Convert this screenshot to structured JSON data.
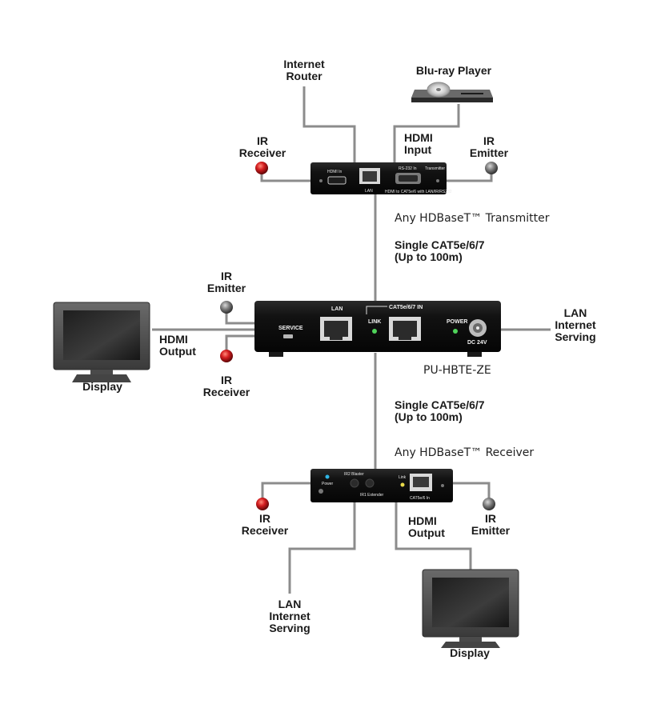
{
  "colors": {
    "line": "#8c8c8c",
    "device_body": "#141414",
    "ir_receiver": "#c0181a",
    "ir_emitter": "#6e6e6e",
    "status_led_green": "#4fd35a",
    "status_led_yellow": "#e8d94a",
    "status_led_blue": "#2fb6e6"
  },
  "transmitter": {
    "internet_router_label": "Internet\nRouter",
    "bluray_label": "Blu-ray Player",
    "hdmi_input_label": "HDMI\nInput",
    "ir_receiver_label": "IR\nReceiver",
    "ir_emitter_label": "IR\nEmitter",
    "device_caption": "Any HDBaseT™ Transmitter",
    "port_hdmi_in": "HDMI In",
    "port_lan": "LAN",
    "port_rs232": "RS-232 In",
    "badge": "Transmitter",
    "footer": "HDMI to CAT5e/6 with LAN/IR/RS232"
  },
  "cable_top": {
    "label": "Single CAT5e/6/7\n(Up to 100m)"
  },
  "main_unit": {
    "ir_emitter_label": "IR\nEmitter",
    "ir_receiver_label": "IR\nReceiver",
    "hdmi_output_label": "HDMI\nOutput",
    "display_label": "Display",
    "lan_serving_label": "LAN\nInternet\nServing",
    "model": "PU-HBTE-ZE",
    "port_service": "SERVICE",
    "port_lan": "LAN",
    "port_link": "LINK",
    "port_cat": "CAT5e/6/7 IN",
    "port_power": "POWER",
    "port_dc": "DC 24V"
  },
  "cable_bottom": {
    "label": "Single CAT5e/6/7\n(Up to 100m)"
  },
  "receiver": {
    "device_caption": "Any HDBaseT™ Receiver",
    "ir_receiver_label": "IR\nReceiver",
    "ir_emitter_label": "IR\nEmitter",
    "hdmi_output_label": "HDMI\nOutput",
    "lan_serving_label": "LAN\nInternet\nServing",
    "display_label": "Display",
    "port_power": "Power",
    "port_ir2": "IR2 Blaster",
    "port_ir1": "IR1 Extender",
    "port_link": "Link",
    "port_cat": "CAT5e/6 In"
  }
}
